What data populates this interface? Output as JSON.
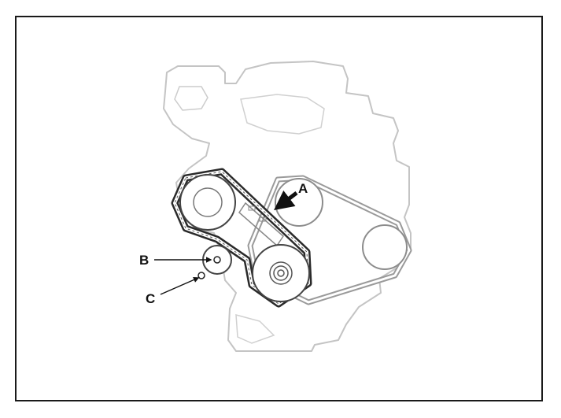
{
  "diagram": {
    "callouts": [
      {
        "id": "A",
        "label": "A"
      },
      {
        "id": "B",
        "label": "B"
      },
      {
        "id": "C",
        "label": "C"
      }
    ],
    "colors": {
      "engine_outline": "#c4c4c4",
      "belt_main": "#2a2a2a",
      "belt_secondary": "#9a9a9a",
      "pulley_outline": "#444444",
      "callout": "#111111",
      "frame": "#1a1a1a"
    }
  }
}
